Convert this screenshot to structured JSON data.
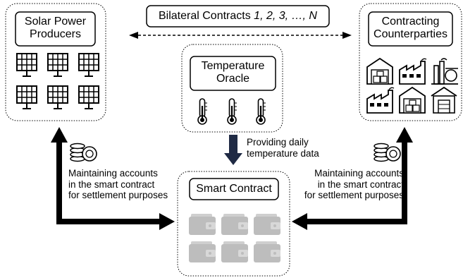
{
  "producers": {
    "title_line1": "Solar Power",
    "title_line2": "Producers",
    "icon": "solar-panel-icon"
  },
  "counterparties": {
    "title_line1": "Contracting",
    "title_line2": "Counterparties",
    "icons": [
      "warehouse-icon",
      "factory-icon",
      "refinery-icon",
      "factory-icon",
      "warehouse-icon",
      "store-icon"
    ]
  },
  "bilateral": {
    "prefix": "Bilateral Contracts ",
    "numbers": "1, 2, 3, …, N"
  },
  "oracle": {
    "title_line1": "Temperature",
    "title_line2": "Oracle",
    "icon": "thermometer-icon"
  },
  "oracle_arrow": {
    "line1": "Providing daily",
    "line2": "temperature data"
  },
  "smart_contract": {
    "title": "Smart Contract",
    "icon": "wallet-icon"
  },
  "left_note": {
    "line1": "Maintaining accounts",
    "line2": "in the smart contract",
    "line3": "for settlement purposes",
    "icon": "coins-icon"
  },
  "right_note": {
    "line1": "Maintaining accounts",
    "line2": "in the smart contract",
    "line3": "for settlement purposes",
    "icon": "coins-icon"
  }
}
